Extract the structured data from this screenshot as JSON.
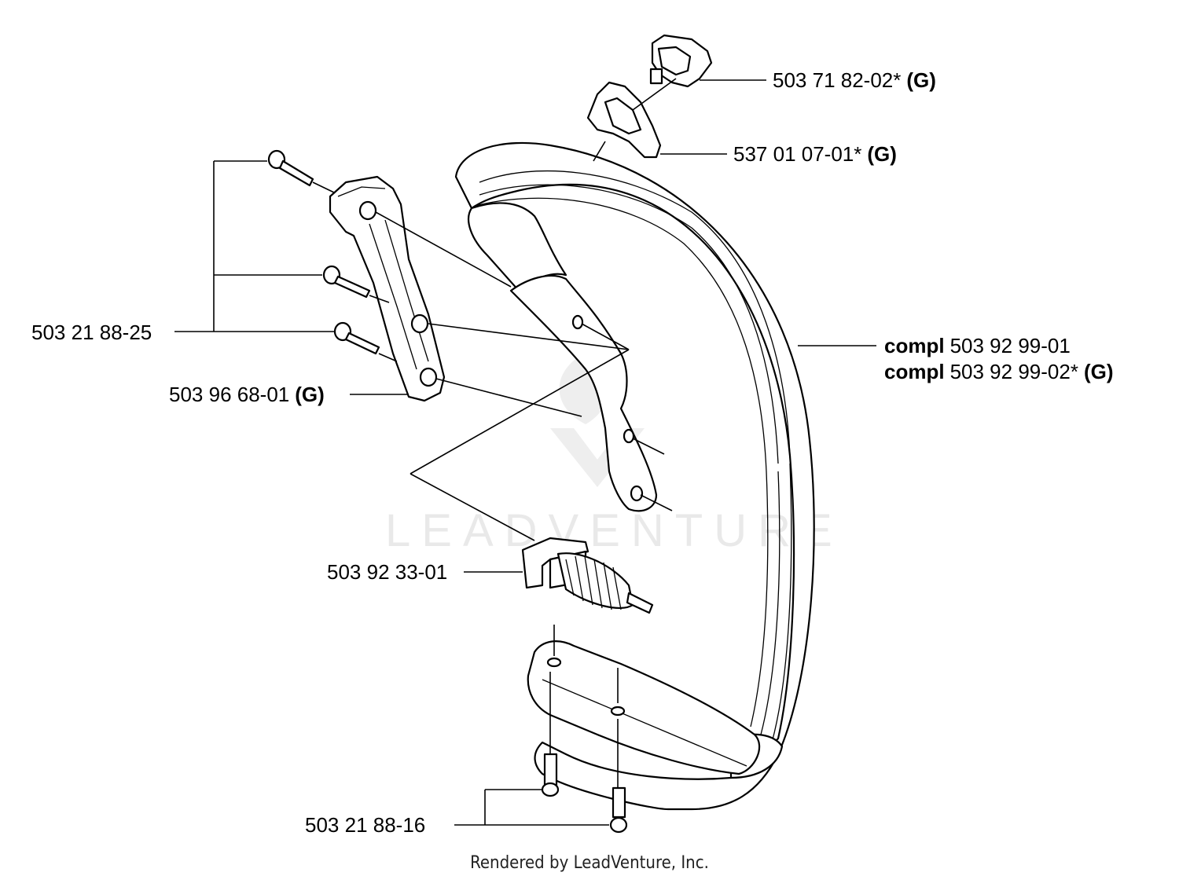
{
  "diagram": {
    "watermark": "LEADVENTURE",
    "credit": "Rendered by LeadVenture, Inc.",
    "parts": {
      "switch_a": {
        "number": "503 71 82-02*",
        "suffix": "(G)"
      },
      "switch_b": {
        "number": "537 01 07-01*",
        "suffix": "(G)"
      },
      "screws_upper": {
        "number": "503 21 88-25"
      },
      "bracket": {
        "number": "503 96 68-01",
        "suffix": "(G)"
      },
      "handle_1": {
        "prefix": "compl",
        "number": "503 92 99-01"
      },
      "handle_2": {
        "prefix": "compl",
        "number": "503 92 99-02*",
        "suffix": "(G)"
      },
      "damper": {
        "number": "503 92 33-01"
      },
      "screws_lower": {
        "number": "503 21 88-16"
      }
    }
  }
}
